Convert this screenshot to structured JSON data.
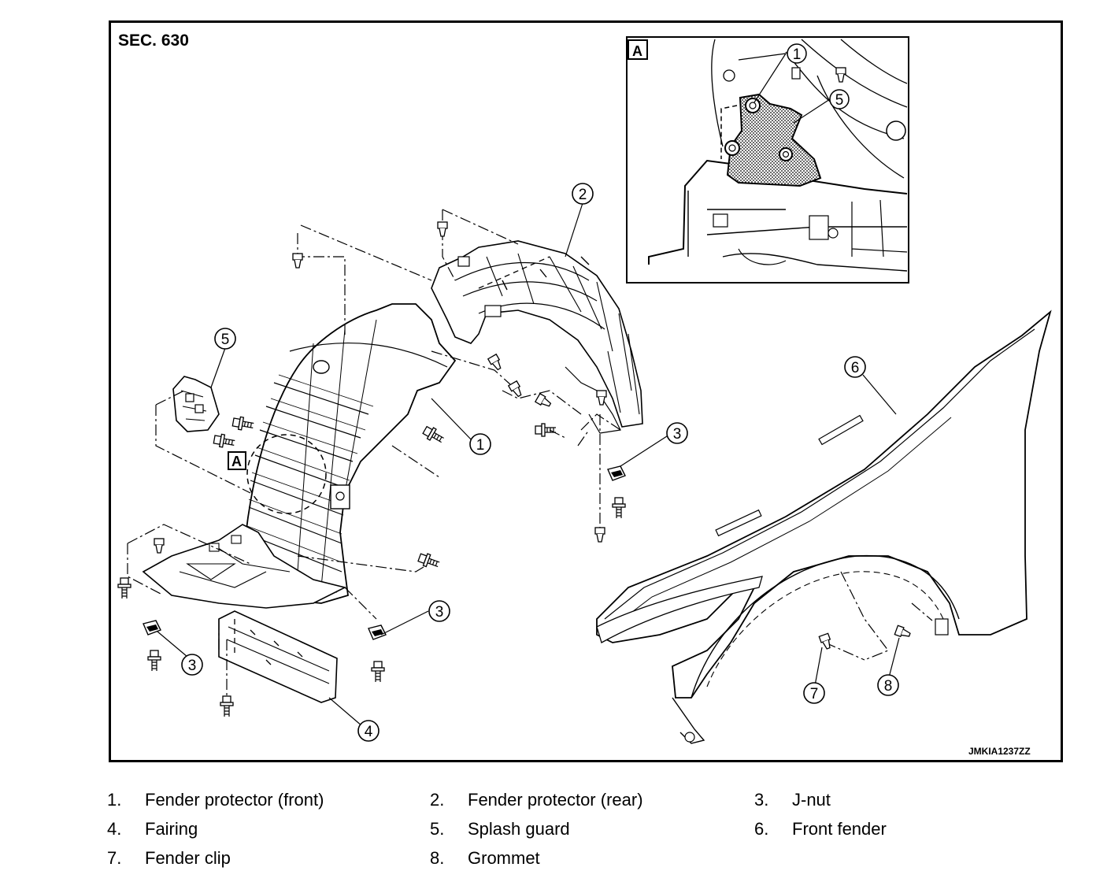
{
  "diagram": {
    "section": "SEC. 630",
    "figure_code": "JMKIA1237ZZ",
    "detail_view_label": "A",
    "callouts": {
      "c1": "1",
      "c2": "2",
      "c3a": "3",
      "c3b": "3",
      "c3c": "3",
      "c4": "4",
      "c5": "5",
      "c6": "6",
      "c7": "7",
      "c8": "8",
      "inset1": "1",
      "inset5": "5"
    }
  },
  "legend": [
    {
      "num": "1.",
      "label": "Fender protector (front)"
    },
    {
      "num": "2.",
      "label": "Fender protector (rear)"
    },
    {
      "num": "3.",
      "label": "J-nut"
    },
    {
      "num": "4.",
      "label": "Fairing"
    },
    {
      "num": "5.",
      "label": "Splash guard"
    },
    {
      "num": "6.",
      "label": "Front fender"
    },
    {
      "num": "7.",
      "label": "Fender clip"
    },
    {
      "num": "8.",
      "label": "Grommet"
    }
  ]
}
